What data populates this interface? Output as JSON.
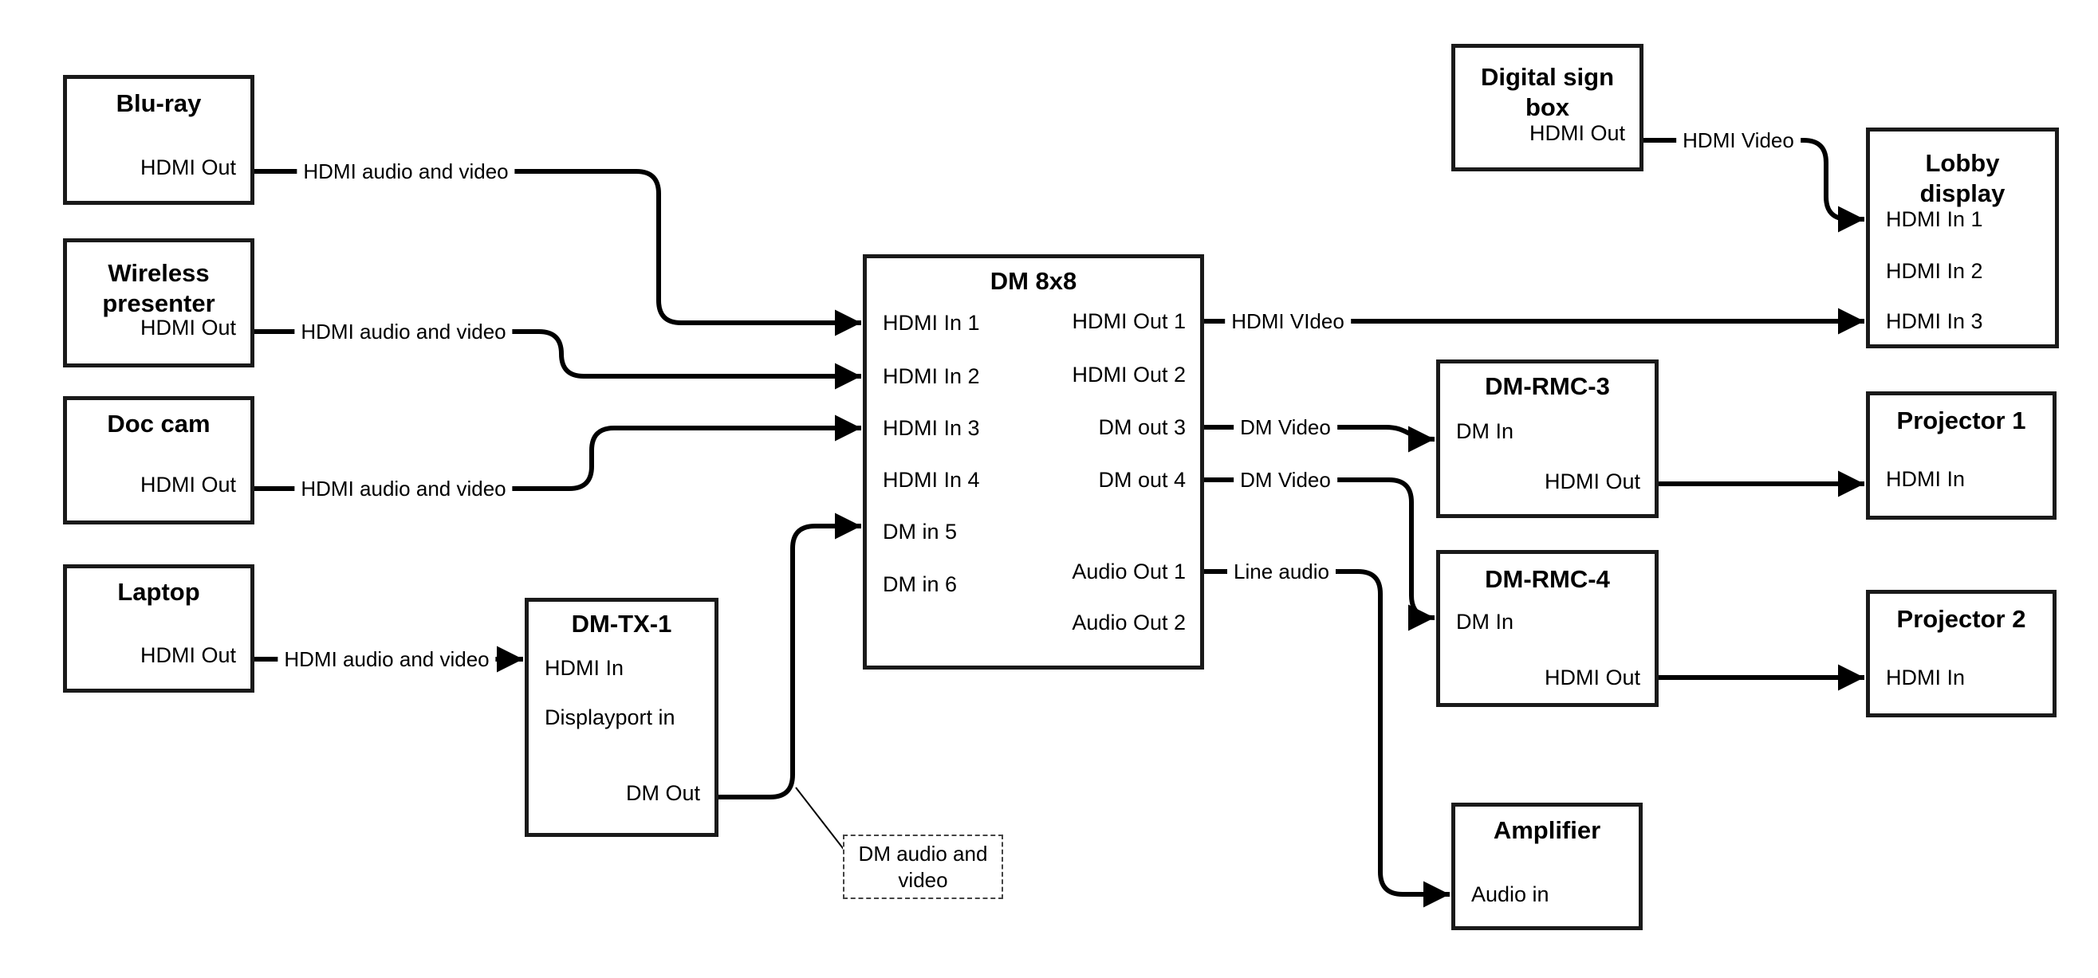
{
  "diagram": {
    "background_color": "#ffffff",
    "line_color": "#000000",
    "nodes": {
      "bluray": {
        "title": "Blu-ray",
        "port_out": "HDMI Out"
      },
      "wireless": {
        "title_line1": "Wireless",
        "title_line2": "presenter",
        "port_out": "HDMI Out"
      },
      "doccam": {
        "title": "Doc cam",
        "port_out": "HDMI Out"
      },
      "laptop": {
        "title": "Laptop",
        "port_out": "HDMI Out"
      },
      "dmtx1": {
        "title": "DM-TX-1",
        "port_hdmi_in": "HDMI In",
        "port_dp_in": "Displayport in",
        "port_dm_out": "DM Out"
      },
      "dm8x8": {
        "title": "DM 8x8",
        "inputs": [
          "HDMI In 1",
          "HDMI In 2",
          "HDMI In 3",
          "HDMI In 4",
          "DM in 5",
          "DM in 6"
        ],
        "outputs": [
          "HDMI Out 1",
          "HDMI Out 2",
          "DM out 3",
          "DM out 4",
          "Audio Out 1",
          "Audio Out 2"
        ]
      },
      "digisign": {
        "title_line1": "Digital sign",
        "title_line2": "box",
        "port_out": "HDMI Out"
      },
      "lobby": {
        "title_line1": "Lobby",
        "title_line2": "display",
        "inputs": [
          "HDMI In 1",
          "HDMI In 2",
          "HDMI In 3"
        ]
      },
      "rmc3": {
        "title": "DM-RMC-3",
        "port_in": "DM In",
        "port_out": "HDMI Out"
      },
      "proj1": {
        "title": "Projector 1",
        "port_in": "HDMI In"
      },
      "rmc4": {
        "title": "DM-RMC-4",
        "port_in": "DM In",
        "port_out": "HDMI Out"
      },
      "proj2": {
        "title": "Projector 2",
        "port_in": "HDMI In"
      },
      "amp": {
        "title": "Amplifier",
        "port_in": "Audio in"
      }
    },
    "edge_labels": {
      "bluray_dm": "HDMI audio and video",
      "wireless_dm": "HDMI audio and video",
      "doccam_dm": "HDMI audio and video",
      "laptop_tx": "HDMI audio and video",
      "out1_lobby": "HDMI VIdeo",
      "dmout3_rmc3": "DM Video",
      "dmout4_rmc4": "DM Video",
      "audio1_amp": "Line audio",
      "digisign_lobby": "HDMI Video"
    },
    "callout": {
      "line1": "DM audio and",
      "line2": "video"
    }
  }
}
